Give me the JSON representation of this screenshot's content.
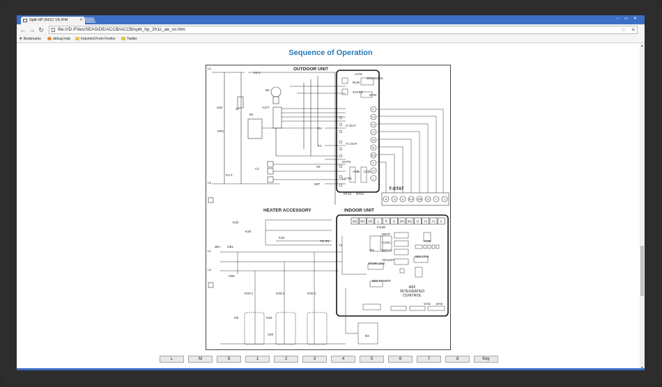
{
  "browser": {
    "tab_title": "Split HP 2H1C VS IFM",
    "window_controls": "– ▭ ✕",
    "url": "file:///D:/Files/SEASIDE/ACCB/ACCB/split_hp_2h1c_ae_vs.htm",
    "bookmarks": [
      "Bookmarks",
      "debug help",
      "Imported From Firefox",
      "Twitter"
    ]
  },
  "page": {
    "title": "Sequence of Operation"
  },
  "diagram": {
    "outdoor_unit": "OUTDOOR UNIT",
    "heater_accessory": "HEATER ACCESSORY",
    "indoor_unit": "INDOOR UNIT",
    "tstat": "T-STAT",
    "integrated_control": [
      "A92",
      "INTEGRATED",
      "CONTROL"
    ],
    "tstat_terminals": [
      "R",
      "G",
      "E",
      "K-H",
      "O/B",
      "Y2",
      "Y",
      "C"
    ],
    "indoor_terminals": [
      "W2",
      "W3",
      "DS",
      "L",
      "R",
      "G",
      "DH",
      "W1",
      "O",
      "Y2",
      "Y1",
      "C"
    ],
    "outdoor_terminals": [
      "C",
      "Y1",
      "Y2",
      "O",
      "W",
      "R",
      "DS",
      "T",
      "H",
      "L"
    ],
    "labels": [
      "L1",
      "K1-1",
      "B4",
      "A177",
      "S40",
      "SF",
      "B1",
      "HR1",
      "RV",
      "K1",
      "C1",
      "K1-1",
      "L2",
      "S4",
      "S87",
      "A175",
      "RUN",
      "SOLENOID",
      "START",
      "DFM",
      "O OUT",
      "Y1 OUT",
      "HI-PS",
      "LO-PS",
      "AMB",
      "COIL",
      "RT13",
      "RT21",
      "K32",
      "K33",
      "K34",
      "TO P8",
      "JBA",
      "CB1",
      "CB2",
      "L1",
      "L2",
      "T1",
      "P8",
      "FUSE",
      "HEAT",
      "COOL",
      "DELAY",
      "ADJUST",
      "XFMR LINE",
      "IBM CFM",
      "HUM",
      "IBM POWER",
      "B3",
      "K34-1",
      "K33-1",
      "K32-1",
      "HE",
      "S15",
      "S20",
      "OAS",
      "DAS"
    ]
  },
  "nav_buttons": [
    "L",
    "M",
    "S",
    "1",
    "2",
    "3",
    "4",
    "5",
    "6",
    "7",
    "8",
    "Key"
  ],
  "colors": {
    "title_blue": "#2a7ab8",
    "chrome_blue": "#3d6fc4"
  }
}
